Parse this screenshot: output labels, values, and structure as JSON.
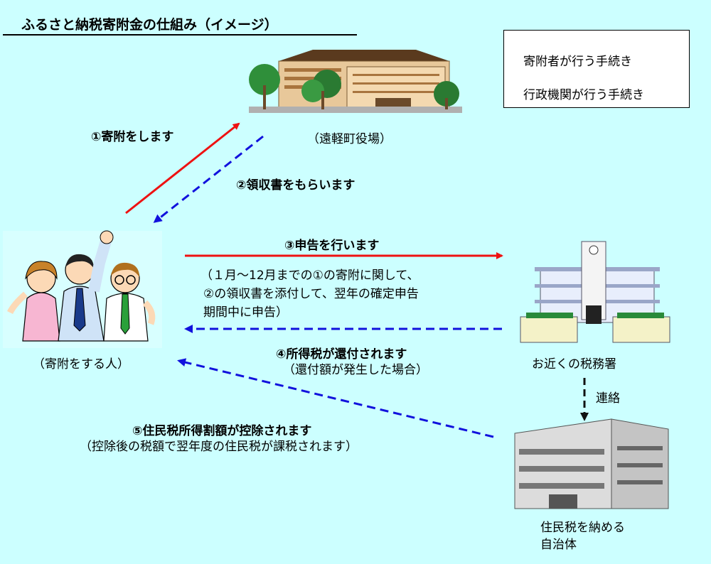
{
  "title": "ふるさと納税寄附金の仕組み（イメージ）",
  "legend": {
    "donor_procedure": "寄附者が行う手続き",
    "admin_procedure": "行政機関が行う手続き"
  },
  "colors": {
    "background": "#ccffff",
    "donor_arrow": "#ee1111",
    "admin_arrow": "#1111dd",
    "connection_arrow": "#111111"
  },
  "nodes": {
    "town_hall": "（遠軽町役場）",
    "donor_person": "（寄附をする人）",
    "tax_office": "お近くの税務署",
    "municipality_line1": "住民税を納める",
    "municipality_line2": "自治体"
  },
  "steps": {
    "step1": "①寄附をします",
    "step2": "②領収書をもらいます",
    "step3": "③申告を行います",
    "step3_detail_line1": "（１月～12月までの①の寄附に関して、",
    "step3_detail_line2": "②の領収書を添付して、翌年の確定申告",
    "step3_detail_line3": "期間中に申告）",
    "step4": "④所得税が還付されます",
    "step4_detail": "（還付額が発生した場合）",
    "step5": "⑤住民税所得割額が控除されます",
    "step5_detail": "（控除後の税額で翌年度の住民税が課税されます）",
    "contact": "連絡"
  }
}
